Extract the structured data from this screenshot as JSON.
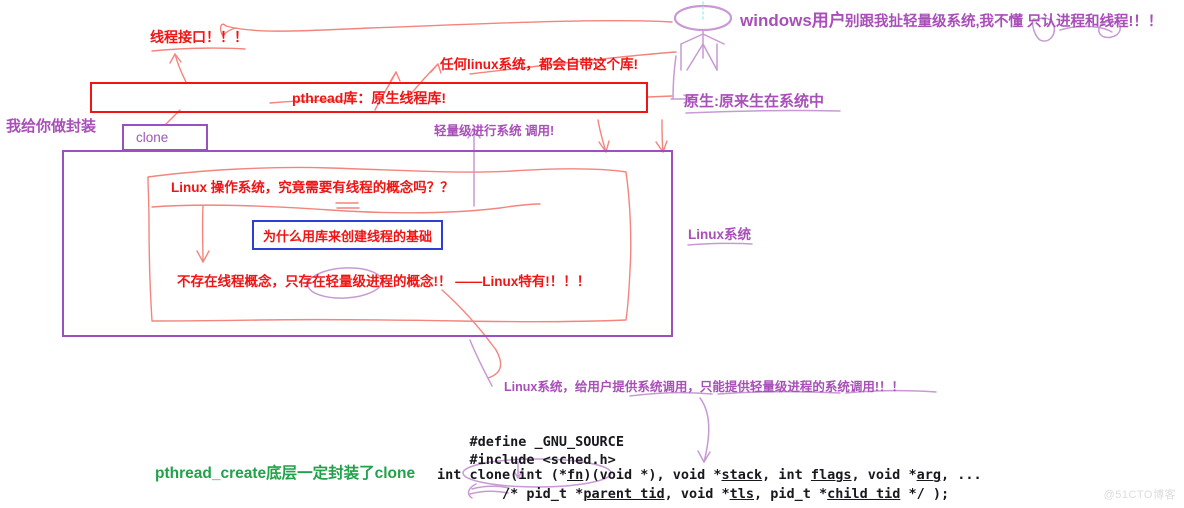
{
  "annotations": {
    "thread_interface": "线程接口！！！",
    "any_linux_has_lib": "任何linux系统，都会自带这个库!",
    "pthread_box": "pthread库：原生线程库!",
    "i_wrap_for_you": "我给你做封装",
    "clone_box": "clone",
    "lightweight_syscall": "轻量级进行系统 调用!",
    "windows_user": "windows用户",
    "windows_user_quote": "别跟我扯轻量级系统,我不懂 只认进程和线程!！！",
    "native_meaning": "原生:原来生在系统中",
    "linux_needs_thread_concept": "Linux 操作系统，究竟需要有线程的概念吗？？",
    "why_lib_creates_thread": "为什么用库来创建线程的基础",
    "no_thread_only_lwp": "不存在线程概念，只存在轻量级进程的概念!！ ——Linux特有!！！！",
    "linux_system_label": "Linux系统",
    "linux_provides_syscall": "Linux系统，给用户提供系统调用，只能提供轻量级进程的系统调用!！！",
    "pthread_create_wraps_clone": "pthread_create底层一定封装了clone"
  },
  "code": {
    "line1": "#define _GNU_SOURCE",
    "line2": "#include <sched.h>",
    "signature": {
      "pre": "int clone(int (*",
      "fn": "fn",
      "mid1": ")(void *), void *",
      "stack": "stack",
      "mid2": ", int ",
      "flags": "flags",
      "mid3": ", void *",
      "arg": "arg",
      "tail": ", ..."
    },
    "signature2": {
      "pre": "        /* pid_t *",
      "parent_tid": "parent tid",
      "mid1": ", void *",
      "tls": "tls",
      "mid2": ", pid_t *",
      "child_tid": "child tid",
      "tail": " */ );"
    }
  },
  "watermark": "@51CTO博客",
  "colors": {
    "red": "#f01414",
    "purple": "#a84fb8",
    "purple_box": "#9b4fc0",
    "blue": "#2b3fd4",
    "green": "#22a14a",
    "sketch_red": "#f4847e",
    "sketch_purple": "#c79ad4"
  }
}
